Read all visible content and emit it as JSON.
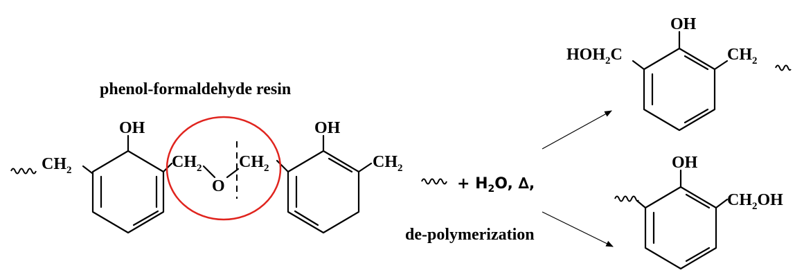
{
  "title": "phenol-formaldehyde resin",
  "labels": {
    "oh": "OH",
    "ch2_sub": "2",
    "ch": "CH",
    "o": "O",
    "hoh": "HOH",
    "c": "C",
    "oh_suffix": "OH"
  },
  "reagent": {
    "prefix": "+ H",
    "sub": "2",
    "rest": "O, ∆,"
  },
  "process": "de-polymerization",
  "colors": {
    "highlight_circle": "#e0241e",
    "ink": "#000000"
  }
}
